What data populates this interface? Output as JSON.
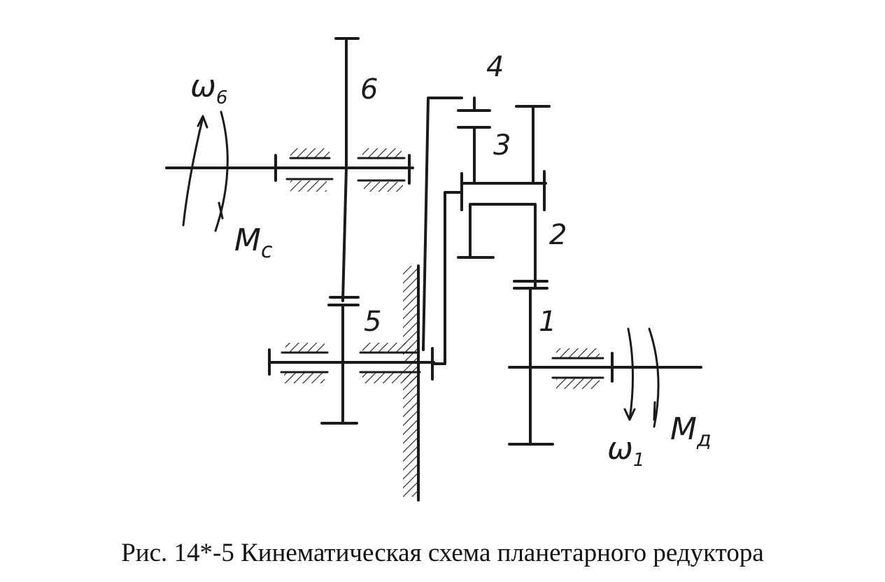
{
  "caption": "Рис. 14*-5 Кинематическая схема планетарного редуктора",
  "gears": [
    {
      "id": "gear-1",
      "label": "1"
    },
    {
      "id": "gear-2",
      "label": "2"
    },
    {
      "id": "gear-3",
      "label": "3"
    },
    {
      "id": "gear-4",
      "label": "4"
    },
    {
      "id": "gear-5",
      "label": "5"
    },
    {
      "id": "gear-6",
      "label": "6"
    }
  ],
  "annotations": {
    "omega_out": "ω",
    "omega_out_sub": "6",
    "torque_out": "M",
    "torque_out_sub": "c",
    "omega_in": "ω",
    "omega_in_sub": "1",
    "torque_in": "M",
    "torque_in_sub": "д"
  },
  "colors": {
    "ink": "#1a1a1a",
    "background": "#ffffff"
  }
}
